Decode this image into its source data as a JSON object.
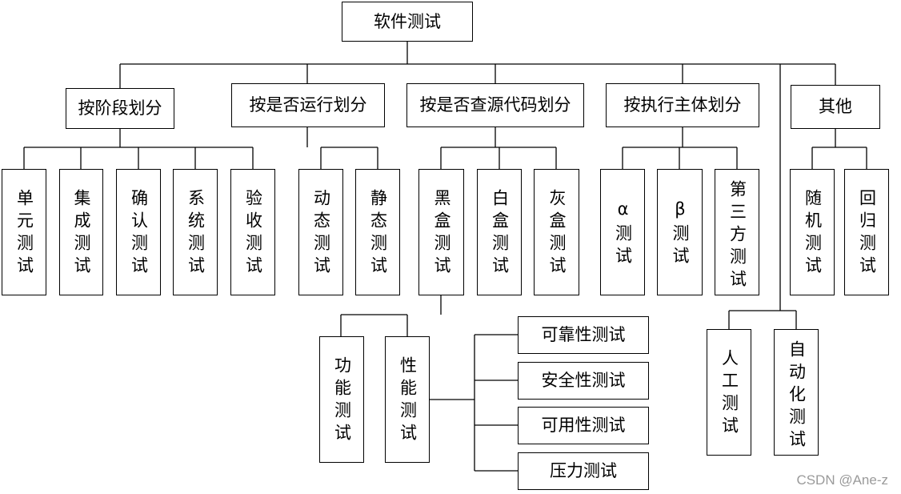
{
  "root": {
    "label": "软件测试"
  },
  "categories": {
    "stage": {
      "label": "按阶段划分"
    },
    "run": {
      "label": "按是否运行划分"
    },
    "source": {
      "label": "按是否查源代码划分"
    },
    "subject": {
      "label": "按执行主体划分"
    },
    "other": {
      "label": "其他"
    }
  },
  "leaves": {
    "unit": "单元测试",
    "integration": "集成测试",
    "acceptance": "确认测试",
    "system": "系统测试",
    "verification": "验收测试",
    "dynamic": "动态测试",
    "static": "静态测试",
    "blackbox": "黑盒测试",
    "whitebox": "白盒测试",
    "graybox": "灰盒测试",
    "alpha": "α测试",
    "beta": "β测试",
    "thirdparty": "第三方测试",
    "random": "随机测试",
    "regression": "回归测试"
  },
  "blackbox_children": {
    "functional": "功能测试",
    "performance": "性能测试"
  },
  "performance_children": {
    "reliability": "可靠性测试",
    "security": "安全性测试",
    "usability": "可用性测试",
    "stress": "压力测试"
  },
  "execution_children": {
    "manual": "人工测试",
    "automated": "自动化测试"
  },
  "watermark": "CSDN @Ane-z"
}
